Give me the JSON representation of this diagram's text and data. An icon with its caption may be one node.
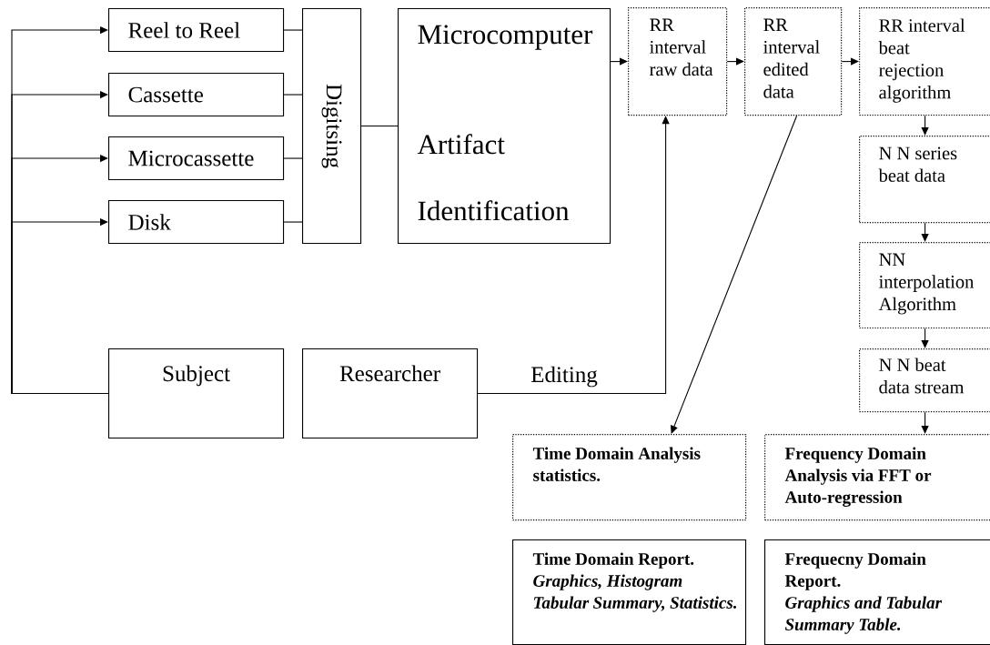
{
  "diagram": {
    "nodes": [
      {
        "text": [
          "Reel to Reel"
        ]
      },
      {
        "text": [
          "Cassette"
        ]
      },
      {
        "text": [
          "Microcassette"
        ]
      },
      {
        "text": [
          "Disk"
        ]
      },
      {
        "text": [
          "Digitsing"
        ]
      },
      {
        "text": [
          "Microcomputer",
          "Artifact Identification"
        ]
      },
      {
        "text": [
          "RR interval raw data"
        ]
      },
      {
        "text": [
          "RR interval edited data"
        ]
      },
      {
        "text": [
          "RR interval beat rejection algorithm"
        ]
      },
      {
        "text": [
          "N N series beat data"
        ]
      },
      {
        "text": [
          "NN interpolation Algorithm"
        ]
      },
      {
        "text": [
          "N N beat data stream"
        ]
      },
      {
        "text": [
          "Subject"
        ]
      },
      {
        "text": [
          "Researcher"
        ]
      },
      {
        "text": [
          "Time Domain Analysis statistics."
        ]
      },
      {
        "text": [
          "Frequency Domain Analysis via FFT or Auto-regression"
        ]
      },
      {
        "text": [
          "Time Domain Report.",
          "Graphics, Histogram Tabular Summary, Statistics."
        ]
      },
      {
        "text": [
          "Frequecny Domain Report.",
          "Graphics and Tabular Summary Table."
        ]
      }
    ],
    "edges": [
      {
        "from": 12,
        "to": 0,
        "arrow": "to"
      },
      {
        "from": 12,
        "to": 1,
        "arrow": "to"
      },
      {
        "from": 12,
        "to": 2,
        "arrow": "to"
      },
      {
        "from": 12,
        "to": 3,
        "arrow": "to"
      },
      {
        "from": 0,
        "to": 4,
        "arrow": "none"
      },
      {
        "from": 1,
        "to": 4,
        "arrow": "none"
      },
      {
        "from": 2,
        "to": 4,
        "arrow": "none"
      },
      {
        "from": 3,
        "to": 4,
        "arrow": "none"
      },
      {
        "from": 4,
        "to": 5,
        "arrow": "none"
      },
      {
        "from": 5,
        "to": 6,
        "arrow": "to"
      },
      {
        "from": 6,
        "to": 7,
        "arrow": "to"
      },
      {
        "from": 7,
        "to": 8,
        "arrow": "to"
      },
      {
        "from": 8,
        "to": 9,
        "arrow": "to"
      },
      {
        "from": 9,
        "to": 10,
        "arrow": "to"
      },
      {
        "from": 10,
        "to": 11,
        "arrow": "to"
      },
      {
        "from": 11,
        "to": 15,
        "arrow": "to"
      },
      {
        "from": 13,
        "to": 6,
        "arrow": "to",
        "label": "Editing"
      },
      {
        "from": 7,
        "to": 14,
        "arrow": "to"
      }
    ]
  }
}
